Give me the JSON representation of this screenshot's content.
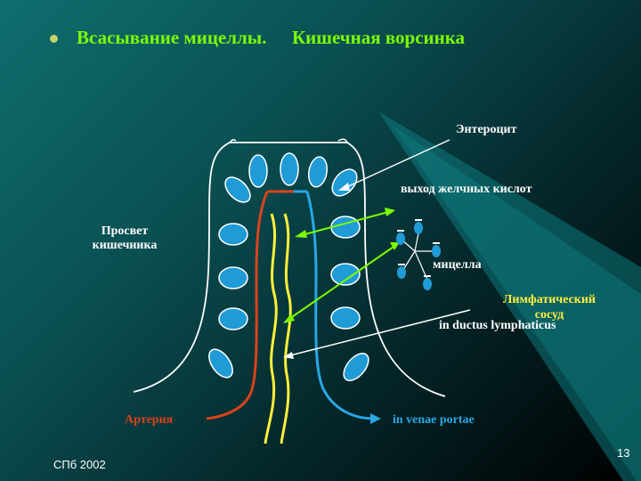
{
  "slide": {
    "title_part1": "Всасывание мицеллы.",
    "title_part2": "Кишечная ворсинка",
    "footer_left": "СПб 2002",
    "page_number": "13"
  },
  "labels": {
    "enterocyte": "Энтероцит",
    "bile_acids_exit": "выход желчных кислот",
    "lumen_line1": "Просвет",
    "lumen_line2": "кишечника",
    "micelle": "мицелла",
    "lymph_vessel_line1": "Лимфатический",
    "lymph_vessel_line2": "сосуд",
    "ductus": "in ductus lymphaticus",
    "artery": "Артерия",
    "venae": "in venae portae"
  },
  "colors": {
    "title": "#7CFC00",
    "artery": "#d9431c",
    "vein": "#2aa7e6",
    "lymph": "#ffef3a",
    "arrow": "#7CFC00",
    "cell": "#1f9bd6"
  }
}
